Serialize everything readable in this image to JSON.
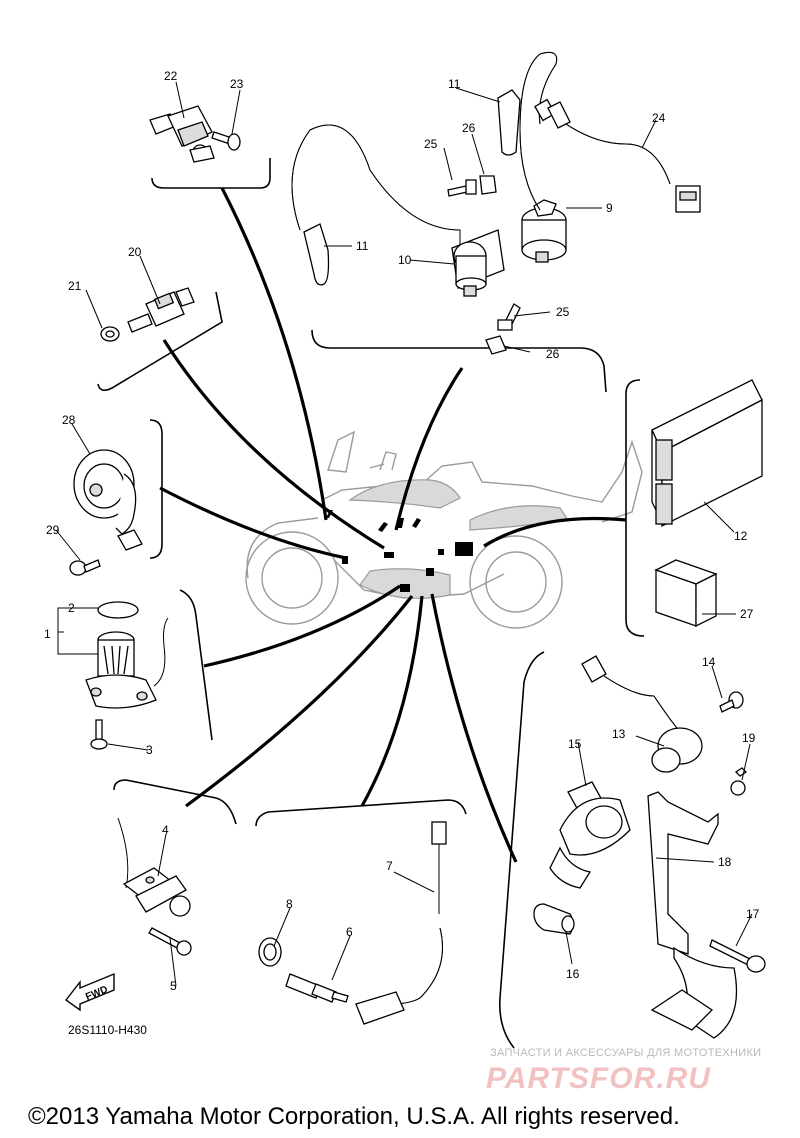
{
  "diagram": {
    "code": "26S1110-H430",
    "fwd_label": "FWD",
    "copyright": "©2013 Yamaha Motor Corporation, U.S.A. All rights reserved.",
    "watermark_line1": "ЗАПЧАСТИ И АКСЕССУАРЫ ДЛЯ МОТОТЕХНИКИ",
    "watermark_line2": "PARTSFOR.RU"
  },
  "callouts": {
    "c1": "1",
    "c2": "2",
    "c3": "3",
    "c4": "4",
    "c5": "5",
    "c6": "6",
    "c7": "7",
    "c8": "8",
    "c9": "9",
    "c10": "10",
    "c11a": "11",
    "c11b": "11",
    "c12": "12",
    "c13": "13",
    "c14": "14",
    "c15": "15",
    "c16": "16",
    "c17": "17",
    "c18": "18",
    "c19": "19",
    "c20": "20",
    "c21": "21",
    "c22": "22",
    "c23": "23",
    "c24": "24",
    "c25a": "25",
    "c25b": "25",
    "c26a": "26",
    "c26b": "26",
    "c27": "27",
    "c28": "28",
    "c29": "29"
  }
}
